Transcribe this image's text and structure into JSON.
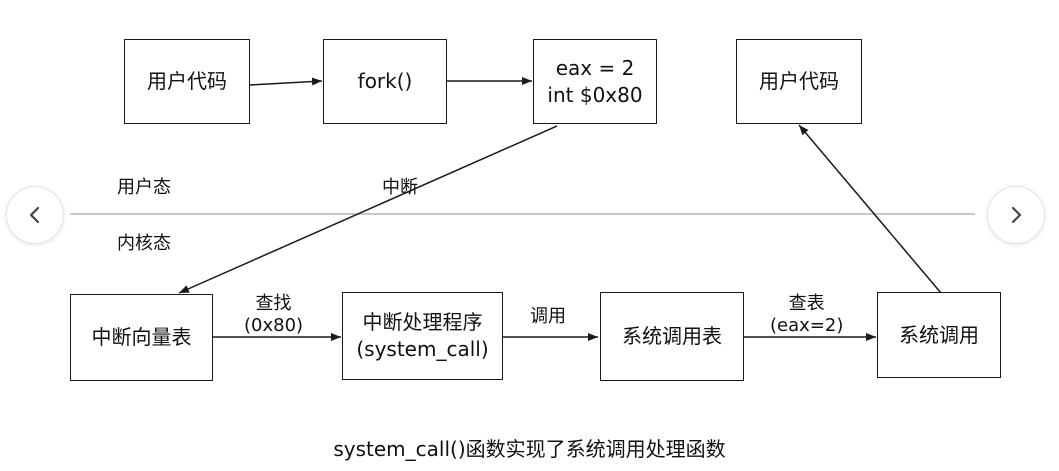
{
  "nodes": {
    "user_code_1": "用户代码",
    "fork": "fork()",
    "eax_line1": "eax = 2",
    "eax_line2": "int $0x80",
    "user_code_2": "用户代码",
    "ivt": "中断向量表",
    "handler_line1": "中断处理程序",
    "handler_line2": "(system_call)",
    "sys_call_table": "系统调用表",
    "sys_call": "系统调用"
  },
  "labels": {
    "user_mode": "用户态",
    "kernel_mode": "内核态",
    "interrupt": "中断",
    "lookup_line1": "查找",
    "lookup_line2": "(0x80)",
    "invoke": "调用",
    "lookup_table_line1": "查表",
    "lookup_table_line2": "(eax=2)"
  },
  "caption": "system_call()函数实现了系统调用处理函数",
  "nav": {
    "prev_icon": "chevron-left-icon",
    "next_icon": "chevron-right-icon"
  }
}
